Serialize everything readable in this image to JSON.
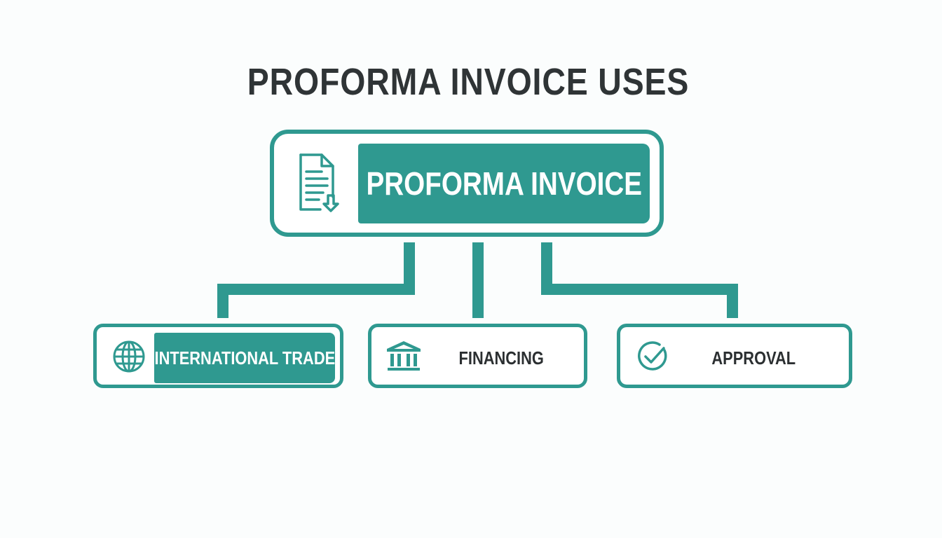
{
  "title": "PROFORMA INVOICE USES",
  "root": {
    "label": "PROFORMA INVOICE",
    "icon": "document-download-icon"
  },
  "children": [
    {
      "label": "INTERNATIONAL TRADE",
      "icon": "globe-icon",
      "highlighted": true
    },
    {
      "label": "FINANCING",
      "icon": "bank-icon",
      "highlighted": false
    },
    {
      "label": "APPROVAL",
      "icon": "check-circle-icon",
      "highlighted": false
    }
  ],
  "colors": {
    "accent": "#2f9990",
    "text": "#2f3436",
    "background": "#fbfdfd"
  }
}
